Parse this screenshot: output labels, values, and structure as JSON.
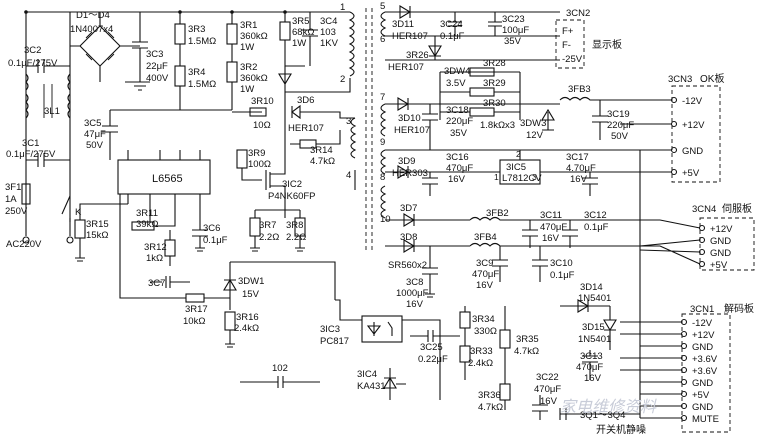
{
  "input": {
    "ac": "AC220V",
    "fuse": [
      "3F1",
      "1A",
      "250V"
    ],
    "switch": "K",
    "c1": [
      "3C1",
      "0.1μF/275V"
    ],
    "c2": [
      "3C2",
      "0.1μF/275V"
    ],
    "choke": "3L1",
    "bridge": [
      "D1～D4",
      "1N4007x4"
    ],
    "c3": [
      "3C3",
      "22μF",
      "400V"
    ]
  },
  "primary": {
    "r3": [
      "3R3",
      "1.5MΩ"
    ],
    "r4": [
      "3R4",
      "1.5MΩ"
    ],
    "r1": [
      "3R1",
      "360kΩ",
      "1W"
    ],
    "r2": [
      "3R2",
      "360kΩ",
      "1W"
    ],
    "r5": [
      "3R5",
      "68kΩ",
      "1W"
    ],
    "c4": [
      "3C4",
      "103",
      "1KV"
    ],
    "d6": [
      "3D6",
      "HER107"
    ],
    "r10": [
      "3R10",
      "10Ω"
    ],
    "r9": [
      "3R9",
      "100Ω"
    ],
    "r14": [
      "3R14",
      "4.7kΩ"
    ],
    "c5": [
      "3C5",
      "47μF",
      "50V"
    ],
    "ic1": "L6565",
    "ic2": [
      "3IC2",
      "P4NK60FP"
    ],
    "r15": [
      "3R15",
      "15kΩ"
    ],
    "r11": [
      "3R11",
      "39kΩ"
    ],
    "r12": [
      "3R12",
      "1kΩ"
    ],
    "c6": [
      "3C6",
      "0.1μF"
    ],
    "r7": [
      "3R7",
      "2.2Ω"
    ],
    "r8": [
      "3R8",
      "2.2Ω"
    ],
    "c7": "3C7",
    "dw1": [
      "3DW1",
      "15V"
    ],
    "r17": [
      "3R17",
      "10kΩ"
    ],
    "r16": [
      "3R16",
      "2.4kΩ"
    ],
    "ic3": [
      "3IC3",
      "PC817"
    ],
    "ic4": [
      "3IC4",
      "KA431"
    ],
    "c102": "102"
  },
  "transformer": {
    "pins": [
      "1",
      "2",
      "3",
      "4",
      "5",
      "6",
      "7",
      "8",
      "9",
      "10"
    ]
  },
  "secondary": {
    "d11": [
      "3D11",
      "HER107"
    ],
    "c24": [
      "3C24",
      "0.1μF"
    ],
    "c23": [
      "3C23",
      "100μF",
      "35V"
    ],
    "r26": [
      "3R26",
      "HER107"
    ],
    "dw4": [
      "3DW4",
      "3.5V"
    ],
    "r28": "3R28",
    "r29": "3R29",
    "r30": [
      "3R30",
      "1.8kΩx3"
    ],
    "fb3": "3FB3",
    "d10": [
      "3D10",
      "HER107"
    ],
    "c18": [
      "3C18",
      "220μF",
      "35V"
    ],
    "dw3": [
      "3DW3",
      "12V"
    ],
    "c19": [
      "3C19",
      "220μF",
      "50V"
    ],
    "d9": [
      "3D9",
      "HER303"
    ],
    "c16": [
      "3C16",
      "470μF",
      "16V"
    ],
    "ic5": [
      "3IC5",
      "L7812CV"
    ],
    "c17": [
      "3C17",
      "4.70μF",
      "16V"
    ],
    "reg_pins": [
      "1",
      "2",
      "3"
    ],
    "fb2": "3FB2",
    "c11": [
      "3C11",
      "470μF",
      "16V"
    ],
    "c12": [
      "3C12",
      "0.1μF"
    ],
    "d7": "3D7",
    "d8": "3D8",
    "sr": "SR560x2",
    "fb4": "3FB4",
    "c9": [
      "3C9",
      "470μF",
      "16V"
    ],
    "c10": [
      "3C10",
      "0.1μF"
    ],
    "c8": [
      "3C8",
      "1000μF",
      "16V"
    ],
    "d14": [
      "3D14",
      "1N5401"
    ],
    "d15": [
      "3D15",
      "1N5401"
    ],
    "c13": [
      "3C13",
      "470μF",
      "16V"
    ],
    "r34": [
      "3R34",
      "330Ω"
    ],
    "c25": [
      "3C25",
      "0.22μF"
    ],
    "r33": [
      "3R33",
      "2.4kΩ"
    ],
    "r35": [
      "3R35",
      "4.7kΩ"
    ],
    "r36": [
      "3R36",
      "4.7kΩ"
    ],
    "c22": [
      "3C22",
      "470μF",
      "16V"
    ],
    "q": "3Q1～3Q4",
    "standby": "开关机静噪"
  },
  "connectors": {
    "cn2": {
      "name": "3CN2",
      "title": "显示板",
      "pins": [
        "F+",
        "F-",
        "-25V"
      ]
    },
    "cn3": {
      "name": "3CN3",
      "title": "OK板",
      "pins": [
        "-12V",
        "+12V",
        "GND",
        "+5V"
      ]
    },
    "cn4": {
      "name": "3CN4",
      "title": "伺服板",
      "pins": [
        "+12V",
        "GND",
        "GND",
        "+5V"
      ]
    },
    "cn1": {
      "name": "3CN1",
      "title": "解码板",
      "pins": [
        "-12V",
        "+12V",
        "GND",
        "+3.6V",
        "+3.6V",
        "GND",
        "+5V",
        "GND",
        "MUTE"
      ]
    }
  },
  "watermark": "家电维修资料"
}
